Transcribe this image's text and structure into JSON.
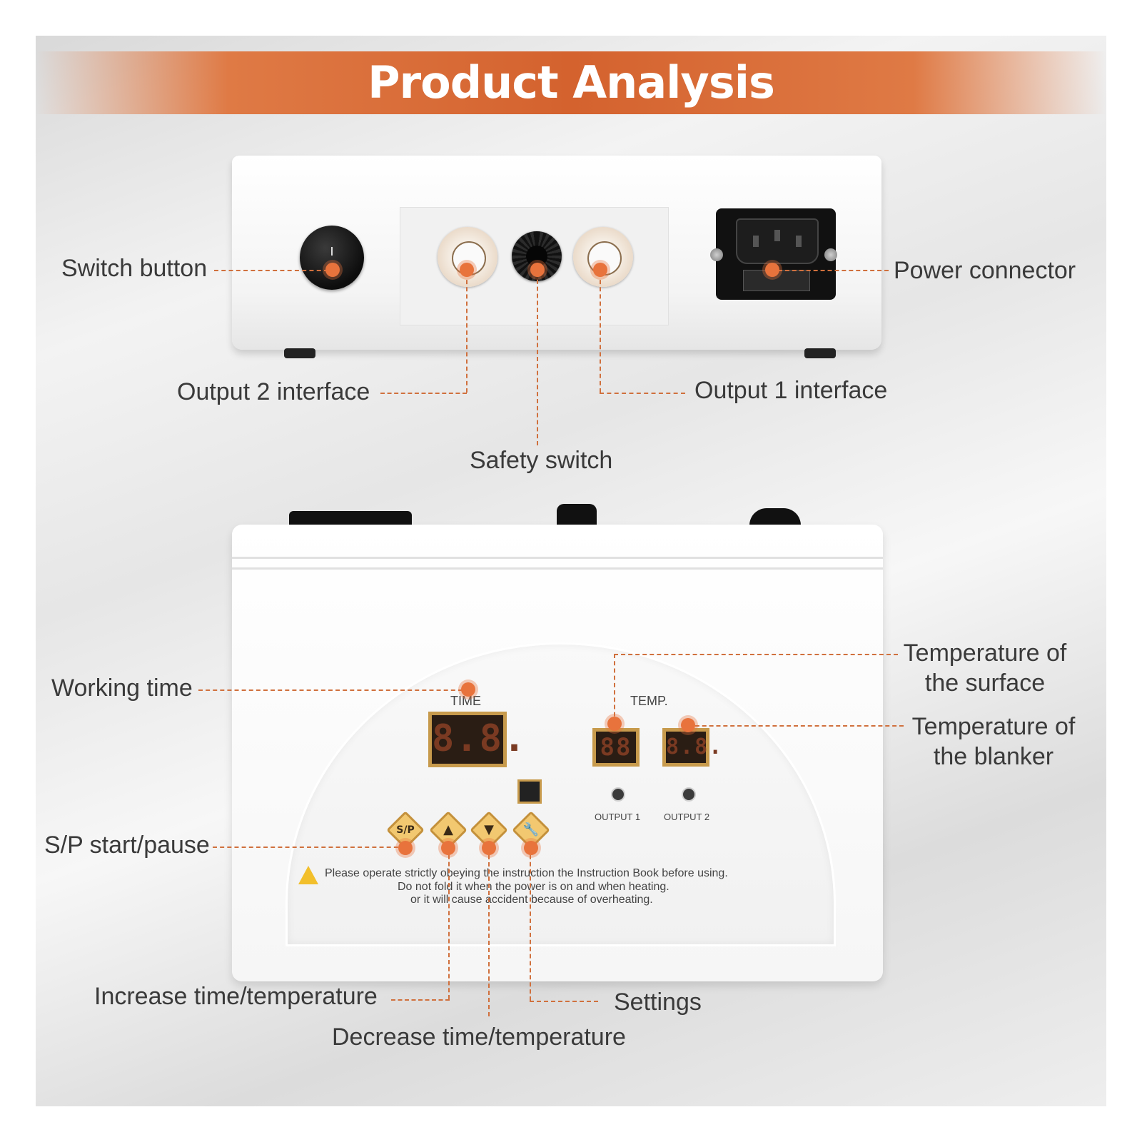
{
  "title": "Product Analysis",
  "labels": {
    "switch_button": "Switch button",
    "power_connector": "Power connector",
    "output2_interface": "Output 2 interface",
    "output1_interface": "Output 1 interface",
    "safety_switch": "Safety switch",
    "working_time": "Working time",
    "temp_surface": "Temperature of\nthe surface",
    "temp_blanker": "Temperature of\nthe blanker",
    "sp_start_pause": "S/P start/pause",
    "increase": "Increase time/temperature",
    "decrease": "Decrease time/temperature",
    "settings": "Settings"
  },
  "panel": {
    "time_label": "TIME",
    "temp_label": "TEMP.",
    "time_display": "8.8.",
    "temp1_display": "88",
    "temp2_display": "8.8.",
    "output1": "OUTPUT 1",
    "output2": "OUTPUT 2",
    "sp_button": "S/P",
    "warning_line1": "Please operate strictly obeying the instruction the Instruction Book before using.",
    "warning_line2": "Do not fold it when the power is on and when heating.",
    "warning_line3": "or it will cause accident because of overheating."
  },
  "rocker_mark": "I",
  "icons": [
    "up-arrow-icon",
    "down-arrow-icon",
    "wrench-icon",
    "warning-icon"
  ],
  "colors": {
    "accent": "#d4622e",
    "leader": "#d0703d",
    "label_text": "#3a3a3a"
  }
}
